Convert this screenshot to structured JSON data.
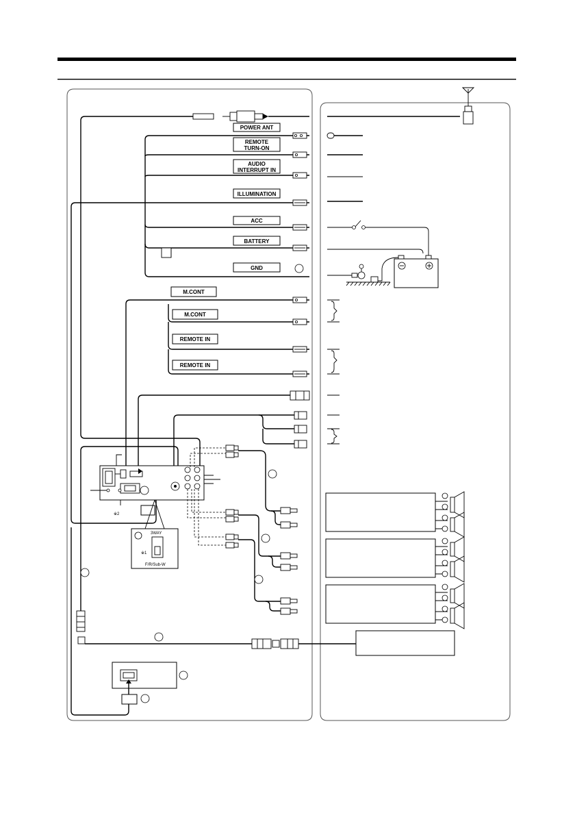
{
  "labels": {
    "power_ant": "POWER ANT",
    "remote_turn_on_1": "REMOTE",
    "remote_turn_on_2": "TURN-ON",
    "audio_interrupt_1": "AUDIO",
    "audio_interrupt_2": "INTERRUPT IN",
    "illumination": "ILLUMINATION",
    "acc": "ACC",
    "battery": "BATTERY",
    "gnd": "GND",
    "mcont_1": "M.CONT",
    "mcont_2": "M.CONT",
    "remote_in_1": "REMOTE IN",
    "remote_in_2": "REMOTE IN",
    "note_2": "※2",
    "note_1": "※1",
    "switch_top": "3WAY",
    "switch_bottom": "F/R/Sub-W"
  },
  "colors": {
    "line": "#000000",
    "panel_border": "#555555",
    "rule": "#000000"
  }
}
